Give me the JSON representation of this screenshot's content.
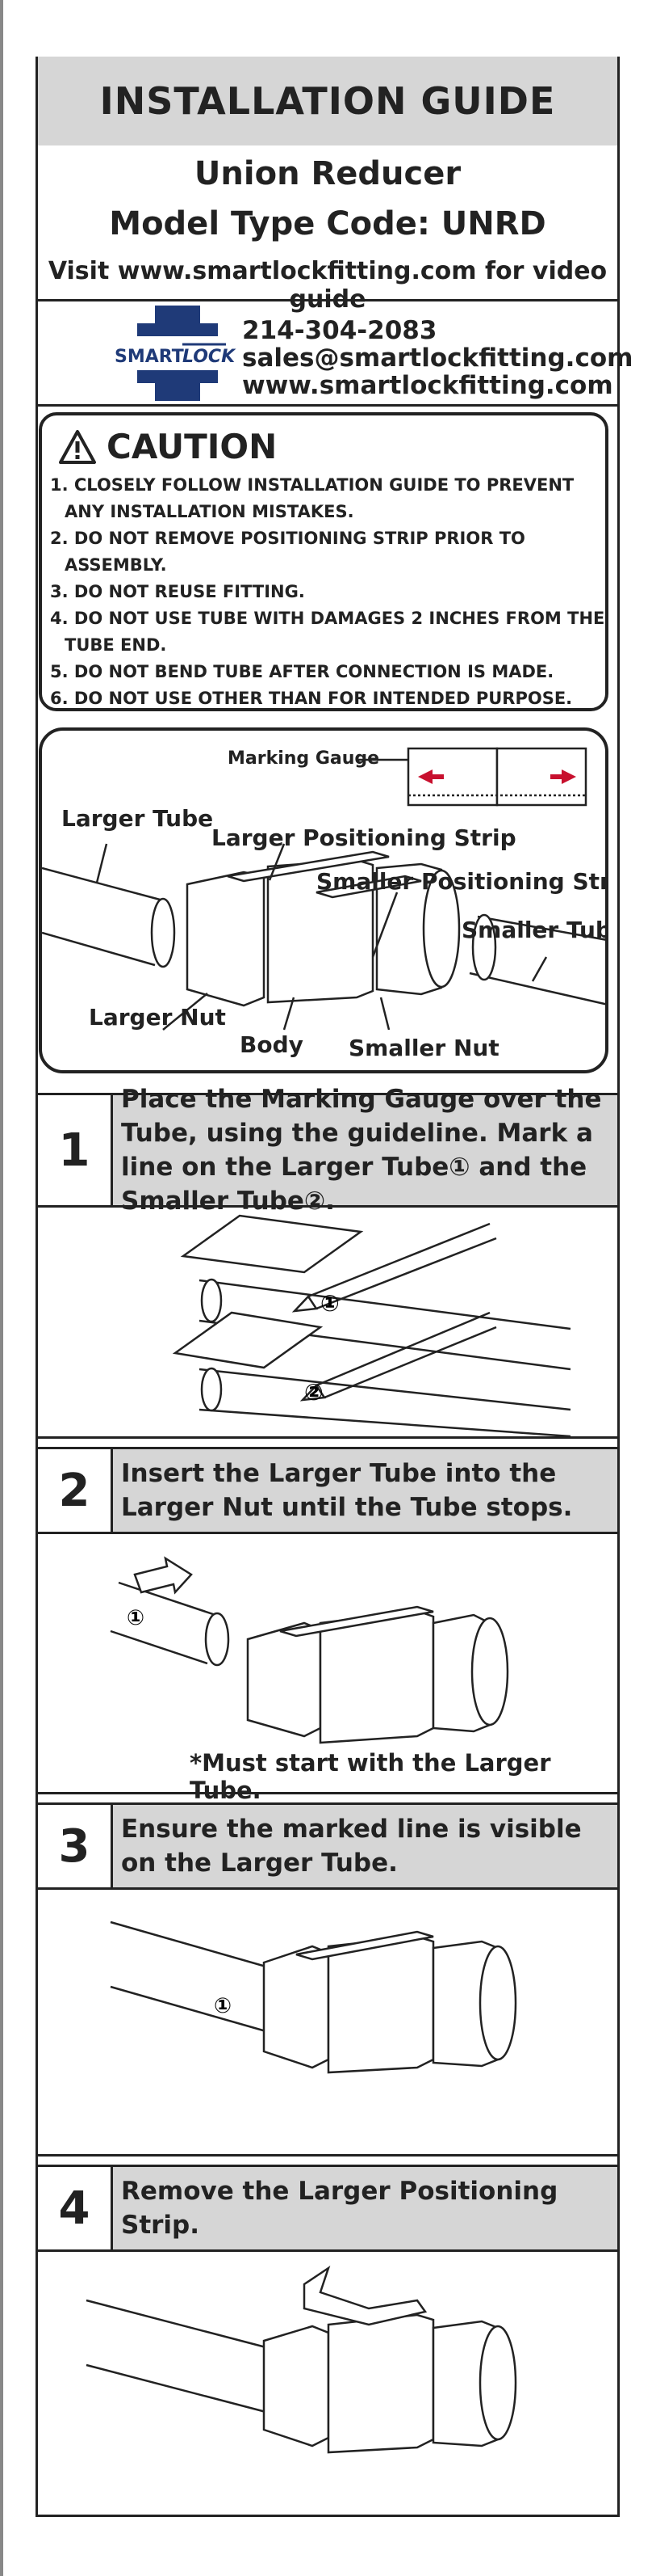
{
  "header": {
    "title": "INSTALLATION GUIDE"
  },
  "product": {
    "name": "Union Reducer",
    "model_line": "Model Type Code: UNRD",
    "video_line": "Visit www.smartlockfitting.com for video guide"
  },
  "brand": {
    "logo_text_left": "SMART",
    "logo_text_right": "LOCK"
  },
  "contact": {
    "phone": "214-304-2083",
    "email": "sales@smartlockfitting.com",
    "website": "www.smartlockfitting.com"
  },
  "caution": {
    "title": "CAUTION",
    "items": [
      "1. CLOSELY FOLLOW INSTALLATION GUIDE TO PREVENT ANY INSTALLATION MISTAKES.",
      "2. DO NOT REMOVE POSITIONING STRIP PRIOR TO ASSEMBLY.",
      "3. DO NOT REUSE FITTING.",
      "4. DO NOT USE TUBE WITH DAMAGES 2 INCHES FROM THE TUBE END.",
      "5. DO NOT BEND TUBE AFTER CONNECTION IS MADE.",
      "6. DO NOT USE OTHER THAN FOR INTENDED PURPOSE."
    ]
  },
  "diagram": {
    "marking_gauge": "Marking Gauge",
    "larger_tube": "Larger Tube",
    "larger_strip": "Larger Positioning Strip",
    "smaller_strip": "Smaller Positioning Strip",
    "smaller_tube": "Smaller Tube",
    "larger_nut": "Larger Nut",
    "body": "Body",
    "smaller_nut": "Smaller Nut"
  },
  "steps": [
    {
      "number": "1",
      "text": "Place the Marking Gauge over the Tube, using the guideline. Mark a line on the Larger Tube① and the Smaller Tube②.",
      "markers": [
        "①",
        "②"
      ]
    },
    {
      "number": "2",
      "text": "Insert the Larger Tube into the Larger Nut until the Tube stops.",
      "note": "*Must start with the Larger Tube.",
      "marker": "①"
    },
    {
      "number": "3",
      "text": "Ensure the marked line is visible on the Larger Tube.",
      "marker": "①"
    },
    {
      "number": "4",
      "text": "Remove the Larger Positioning Strip."
    }
  ],
  "colors": {
    "header_bg": "#d6d6d6",
    "logo_blue": "#1f3a78",
    "gauge_red": "#c8102e",
    "ink": "#222222"
  }
}
